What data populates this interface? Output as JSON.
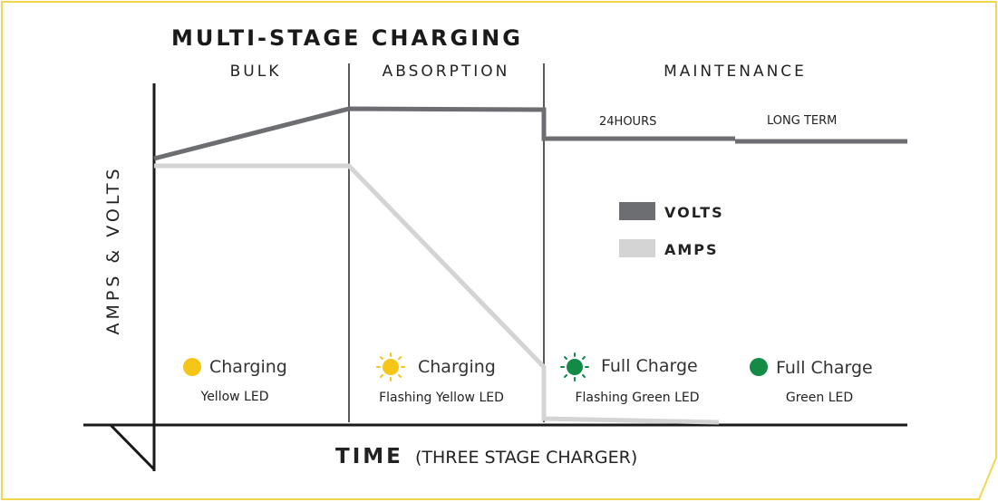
{
  "title": "MULTI-STAGE CHARGING",
  "phases": {
    "bulk": "BULK",
    "absorption": "ABSORPTION",
    "maintenance": "MAINTENANCE"
  },
  "maintenance_subphases": {
    "hours": "24HOURS",
    "long_term": "LONG TERM"
  },
  "y_axis_label": "AMPS & VOLTS",
  "x_axis": {
    "label_bold": "TIME",
    "label_note": "(THREE STAGE CHARGER)"
  },
  "legend": {
    "volts": {
      "label": "VOLTS",
      "color": "#6d6e71"
    },
    "amps": {
      "label": "AMPS",
      "color": "#d4d4d4"
    }
  },
  "leds": [
    {
      "label": "Charging",
      "caption": "Yellow LED",
      "color": "#f5c518",
      "flashing": false
    },
    {
      "label": "Charging",
      "caption": "Flashing Yellow LED",
      "color": "#f5c518",
      "flashing": true
    },
    {
      "label": "Full Charge",
      "caption": "Flashing Green LED",
      "color": "#138a45",
      "flashing": true
    },
    {
      "label": "Full Charge",
      "caption": "Green LED",
      "color": "#138a45",
      "flashing": false
    }
  ],
  "frame_color": "#f2d64b"
}
